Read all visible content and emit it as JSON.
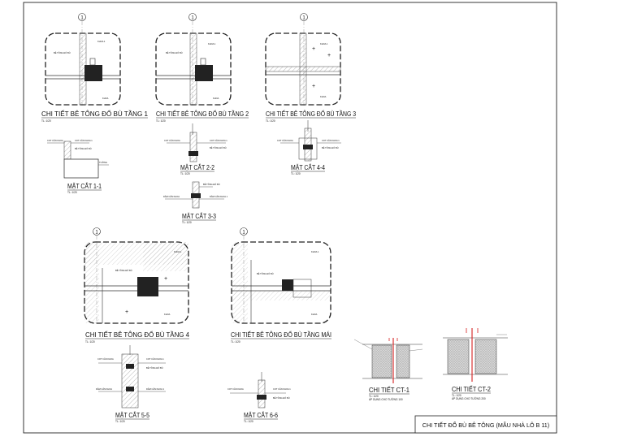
{
  "sheet_title": "CHI TIẾT ĐỔ BÙ BÊ TÔNG (MẪU NHÀ LÔ B 11)",
  "axis_marker": "1",
  "scale": "TL: 1/20",
  "plans": [
    {
      "title": "CHI TIẾT BÊ TÔNG ĐỔ BÙ TẦNG 1",
      "scale": "TL: 1/20",
      "note": "BÊ TÔNG ĐỔ BÙ",
      "axis": "1",
      "room_a": "KHOA 1",
      "room_b": "KHOA"
    },
    {
      "title": "CHI TIẾT BÊ TÔNG ĐỔ BÙ TẦNG 2",
      "scale": "TL: 1/20",
      "note": "BÊ TÔNG ĐỔ BÙ",
      "axis": "1",
      "room_a": "KHOA 1",
      "room_b": "KHOA"
    },
    {
      "title": "CHI TIẾT BÊ TÔNG ĐỔ BÙ TẦNG 3",
      "scale": "TL: 1/20",
      "note": "",
      "axis": "1",
      "room_a": "KHOA 1",
      "room_b": "KHOA"
    },
    {
      "title": "CHI TIẾT BÊ TÔNG ĐỔ BÙ TẦNG 4",
      "scale": "TL: 1/20",
      "note": "BÊ TÔNG ĐỔ BÙ",
      "axis": "1",
      "room_a": "KHOA 1",
      "room_b": "KHOA"
    },
    {
      "title": "CHI TIẾT BÊ TÔNG ĐỔ BÙ TẦNG MÁI",
      "scale": "TL: 1/20",
      "note": "BÊ TÔNG ĐỔ BÙ",
      "axis": "1",
      "room_a": "KHOA 1",
      "room_b": "KHOA"
    }
  ],
  "sections": [
    {
      "title": "MẶT CẮT 1-1",
      "scale": "TL: 1/20",
      "label_left": "COT CĂN KHOA",
      "label_right": "COT CĂN KHOA 1",
      "label_right2": "BÊ TÔNG ĐỔ BÙ",
      "label_extra": "TƯỜNG"
    },
    {
      "title": "MẶT CẮT 2-2",
      "scale": "TL: 1/20",
      "label_left": "COT CĂN KHOA",
      "label_right": "COT CĂN KHOA 1",
      "label_right2": "BÊ TÔNG ĐỔ BÙ"
    },
    {
      "title": "MẶT CẮT 3-3",
      "scale": "TL: 1/20",
      "label_left": "DẦM CĂN KHOA",
      "label_right": "DẦM CĂN KHOA 1",
      "label_top": "BÊ TÔNG ĐỔ BÙ"
    },
    {
      "title": "MẶT CẮT 4-4",
      "scale": "TL: 1/20",
      "label_left": "COT CĂN KHOA",
      "label_right": "COT CĂN KHOA 1",
      "label_right2": "BÊ TÔNG ĐỔ BÙ"
    },
    {
      "title": "MẶT CẮT 5-5",
      "scale": "TL: 1/20",
      "label_left": "COT CĂN KHOA",
      "label_right": "COT CĂN KHOA 1",
      "label_right2": "BÊ TÔNG ĐỔ BÙ",
      "label_bottom_left": "DẦM CĂN KHOA",
      "label_bottom_right": "DẦM CĂN KHOA 1"
    },
    {
      "title": "MẶT CẮT 6-6",
      "scale": "TL: 1/20",
      "label_left": "COT CĂN KHOA",
      "label_right": "COT CĂN KHOA 1",
      "label_right2": "BÊ TÔNG ĐỔ BÙ"
    }
  ],
  "details": [
    {
      "title": "CHI TIẾT CT-1",
      "scale": "TL: 1/20",
      "subtitle": "ÁP DỤNG CHO TƯỜNG 100"
    },
    {
      "title": "CHI TIẾT CT-2",
      "scale": "TL: 1/20",
      "subtitle": "ÁP DỤNG CHO TƯỜNG 200"
    }
  ]
}
